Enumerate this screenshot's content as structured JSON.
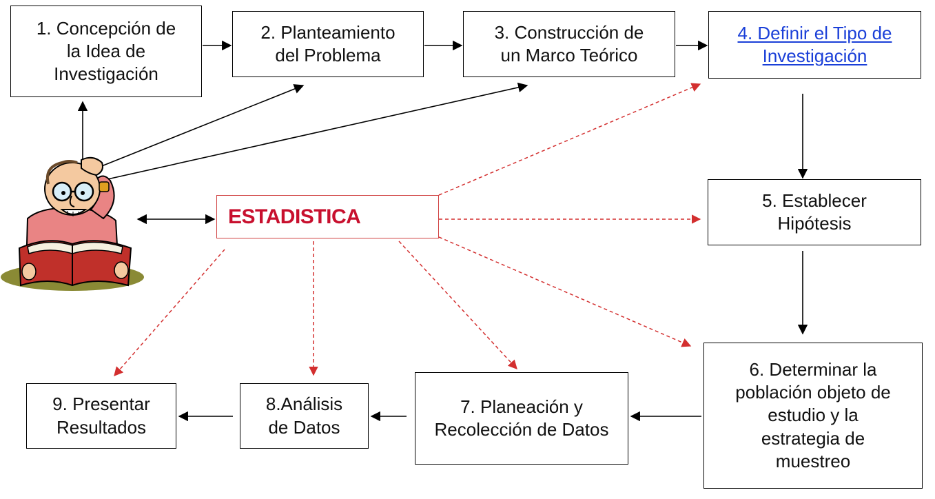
{
  "steps": {
    "s1": "1. Concepción de\nla Idea de\nInvestigación",
    "s2": "2. Planteamiento\ndel Problema",
    "s3": "3. Construcción de\nun Marco Teórico",
    "s4": "4. Definir el Tipo de\nInvestigación",
    "s5": "5. Establecer\nHipótesis",
    "s6": "6. Determinar la\npoblación objeto de\nestudio y la\nestrategia de\nmuestreo",
    "s7": "7. Planeación y\nRecolección de Datos",
    "s8": "8.Análisis\nde Datos",
    "s9": "9. Presentar\nResultados"
  },
  "center": {
    "label": "ESTADISTICA"
  },
  "colors": {
    "solid_arrow": "#000000",
    "dashed_arrow": "#d32f2f",
    "link_text": "#1a3fd8",
    "center_text": "#c8102e"
  },
  "icons": {
    "researcher": "researcher-reading-book-clipart"
  }
}
